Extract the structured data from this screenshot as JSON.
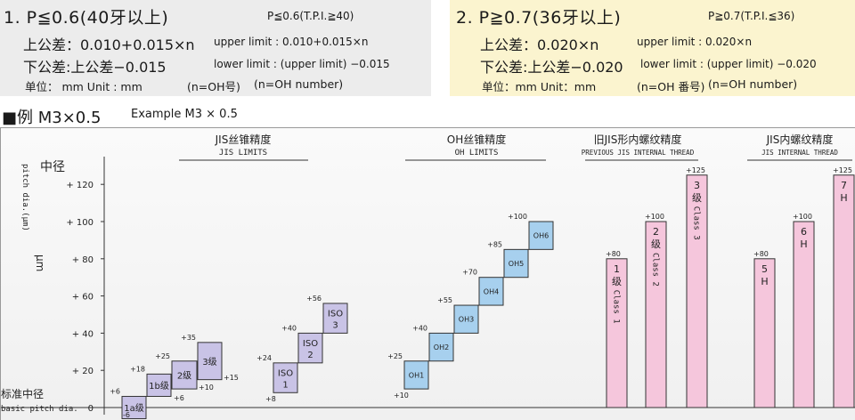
{
  "header": {
    "left": {
      "title": "1. P≦0.6(40牙以上)",
      "title_right": "P≦0.6(T.P.I.≧40)",
      "upper_cn": "上公差：0.010+0.015×n",
      "upper_en": "upper limit : 0.010+0.015×n",
      "lower_cn": "下公差:上公差−0.015",
      "lower_en": "lower limit : (upper limit) −0.015",
      "unit_line": "单位： mm Unit : mm",
      "note1": "(n=OH号)",
      "note2": "(n=OH number)"
    },
    "right": {
      "title": "2. P≧0.7(36牙以上)",
      "title_right": "P≧0.7(T.P.I.≦36)",
      "upper_cn": "上公差：0.020×n",
      "upper_en": "upper limit : 0.020×n",
      "lower_cn": "下公差:上公差−0.020",
      "lower_en": "lower limit : (upper limit) −0.020",
      "unit_line": "单位：mm Unit：mm",
      "note1": "(n=OH 番号)",
      "note2": "(n=OH number)"
    }
  },
  "example": {
    "label": "■例 M3×0.5",
    "sublabel": "Example M3 × 0.5"
  },
  "chart_data": {
    "type": "bar",
    "ylabel_cn": "中径",
    "ylabel_en": "pitch dia.(μm)",
    "yunit": "μm",
    "baseline_cn": "标准中径",
    "baseline_en": "basic pitch dia.",
    "ylim": [
      -8,
      132
    ],
    "yticks": [
      0,
      20,
      40,
      60,
      80,
      100,
      120
    ],
    "ytick_labels": [
      "0",
      "+ 20",
      "+ 40",
      "+ 60",
      "+ 80",
      "+ 100",
      "+ 120"
    ],
    "groups": [
      {
        "title": "JIS丝锥精度",
        "subtitle": "JIS LIMITS",
        "color": "#c9c3e6",
        "bars": [
          {
            "label": "1a级",
            "lower": -6,
            "upper": 6,
            "lower_label": "-6",
            "upper_label": "+6"
          },
          {
            "label": "1b级",
            "lower": 6,
            "upper": 18,
            "lower_label": "+6",
            "upper_label": "+18"
          },
          {
            "label": "2级",
            "lower": 10,
            "upper": 25,
            "lower_label": "+10",
            "upper_label": "+25"
          },
          {
            "label": "3级",
            "lower": 15,
            "upper": 35,
            "lower_label": "+15",
            "upper_label": "+35"
          },
          {
            "label": "ISO 1",
            "lower": 8,
            "upper": 24,
            "lower_label": "+8",
            "upper_label": "+24"
          },
          {
            "label": "ISO 2",
            "lower": 24,
            "upper": 40,
            "lower_label": "+24",
            "upper_label": "+40"
          },
          {
            "label": "ISO 3",
            "lower": 40,
            "upper": 56,
            "lower_label": "+40",
            "upper_label": "+56"
          }
        ]
      },
      {
        "title": "OH丝锥精度",
        "subtitle": "OH LIMITS",
        "color": "#a7d0ee",
        "bars": [
          {
            "label": "OH1",
            "lower": 10,
            "upper": 25,
            "lower_label": "+10",
            "upper_label": "+25"
          },
          {
            "label": "OH2",
            "lower": 25,
            "upper": 40,
            "lower_label": "",
            "upper_label": "+40"
          },
          {
            "label": "OH3",
            "lower": 40,
            "upper": 55,
            "lower_label": "",
            "upper_label": "+55"
          },
          {
            "label": "OH4",
            "lower": 55,
            "upper": 70,
            "lower_label": "",
            "upper_label": "+70"
          },
          {
            "label": "OH5",
            "lower": 70,
            "upper": 85,
            "lower_label": "",
            "upper_label": "+85"
          },
          {
            "label": "OH6",
            "lower": 85,
            "upper": 100,
            "lower_label": "",
            "upper_label": "+100"
          }
        ]
      },
      {
        "title": "旧JIS形内螺纹精度",
        "subtitle": "PREVIOUS JIS INTERNAL THREAD",
        "color": "#f5c6dc",
        "bars": [
          {
            "label": "1 级 Class 1",
            "lower": 0,
            "upper": 80,
            "upper_label": "+80"
          },
          {
            "label": "2 级 Class 2",
            "lower": 0,
            "upper": 100,
            "upper_label": "+100"
          },
          {
            "label": "3 级 Class 3",
            "lower": 0,
            "upper": 125,
            "upper_label": "+125"
          }
        ]
      },
      {
        "title": "JIS内螺纹精度",
        "subtitle": "JIS INTERNAL THREAD",
        "color": "#f5c6dc",
        "bars": [
          {
            "label": "5 H",
            "lower": 0,
            "upper": 80,
            "upper_label": "+80"
          },
          {
            "label": "6 H",
            "lower": 0,
            "upper": 100,
            "upper_label": "+100"
          },
          {
            "label": "7 H",
            "lower": 0,
            "upper": 125,
            "upper_label": "+125"
          }
        ]
      }
    ]
  }
}
